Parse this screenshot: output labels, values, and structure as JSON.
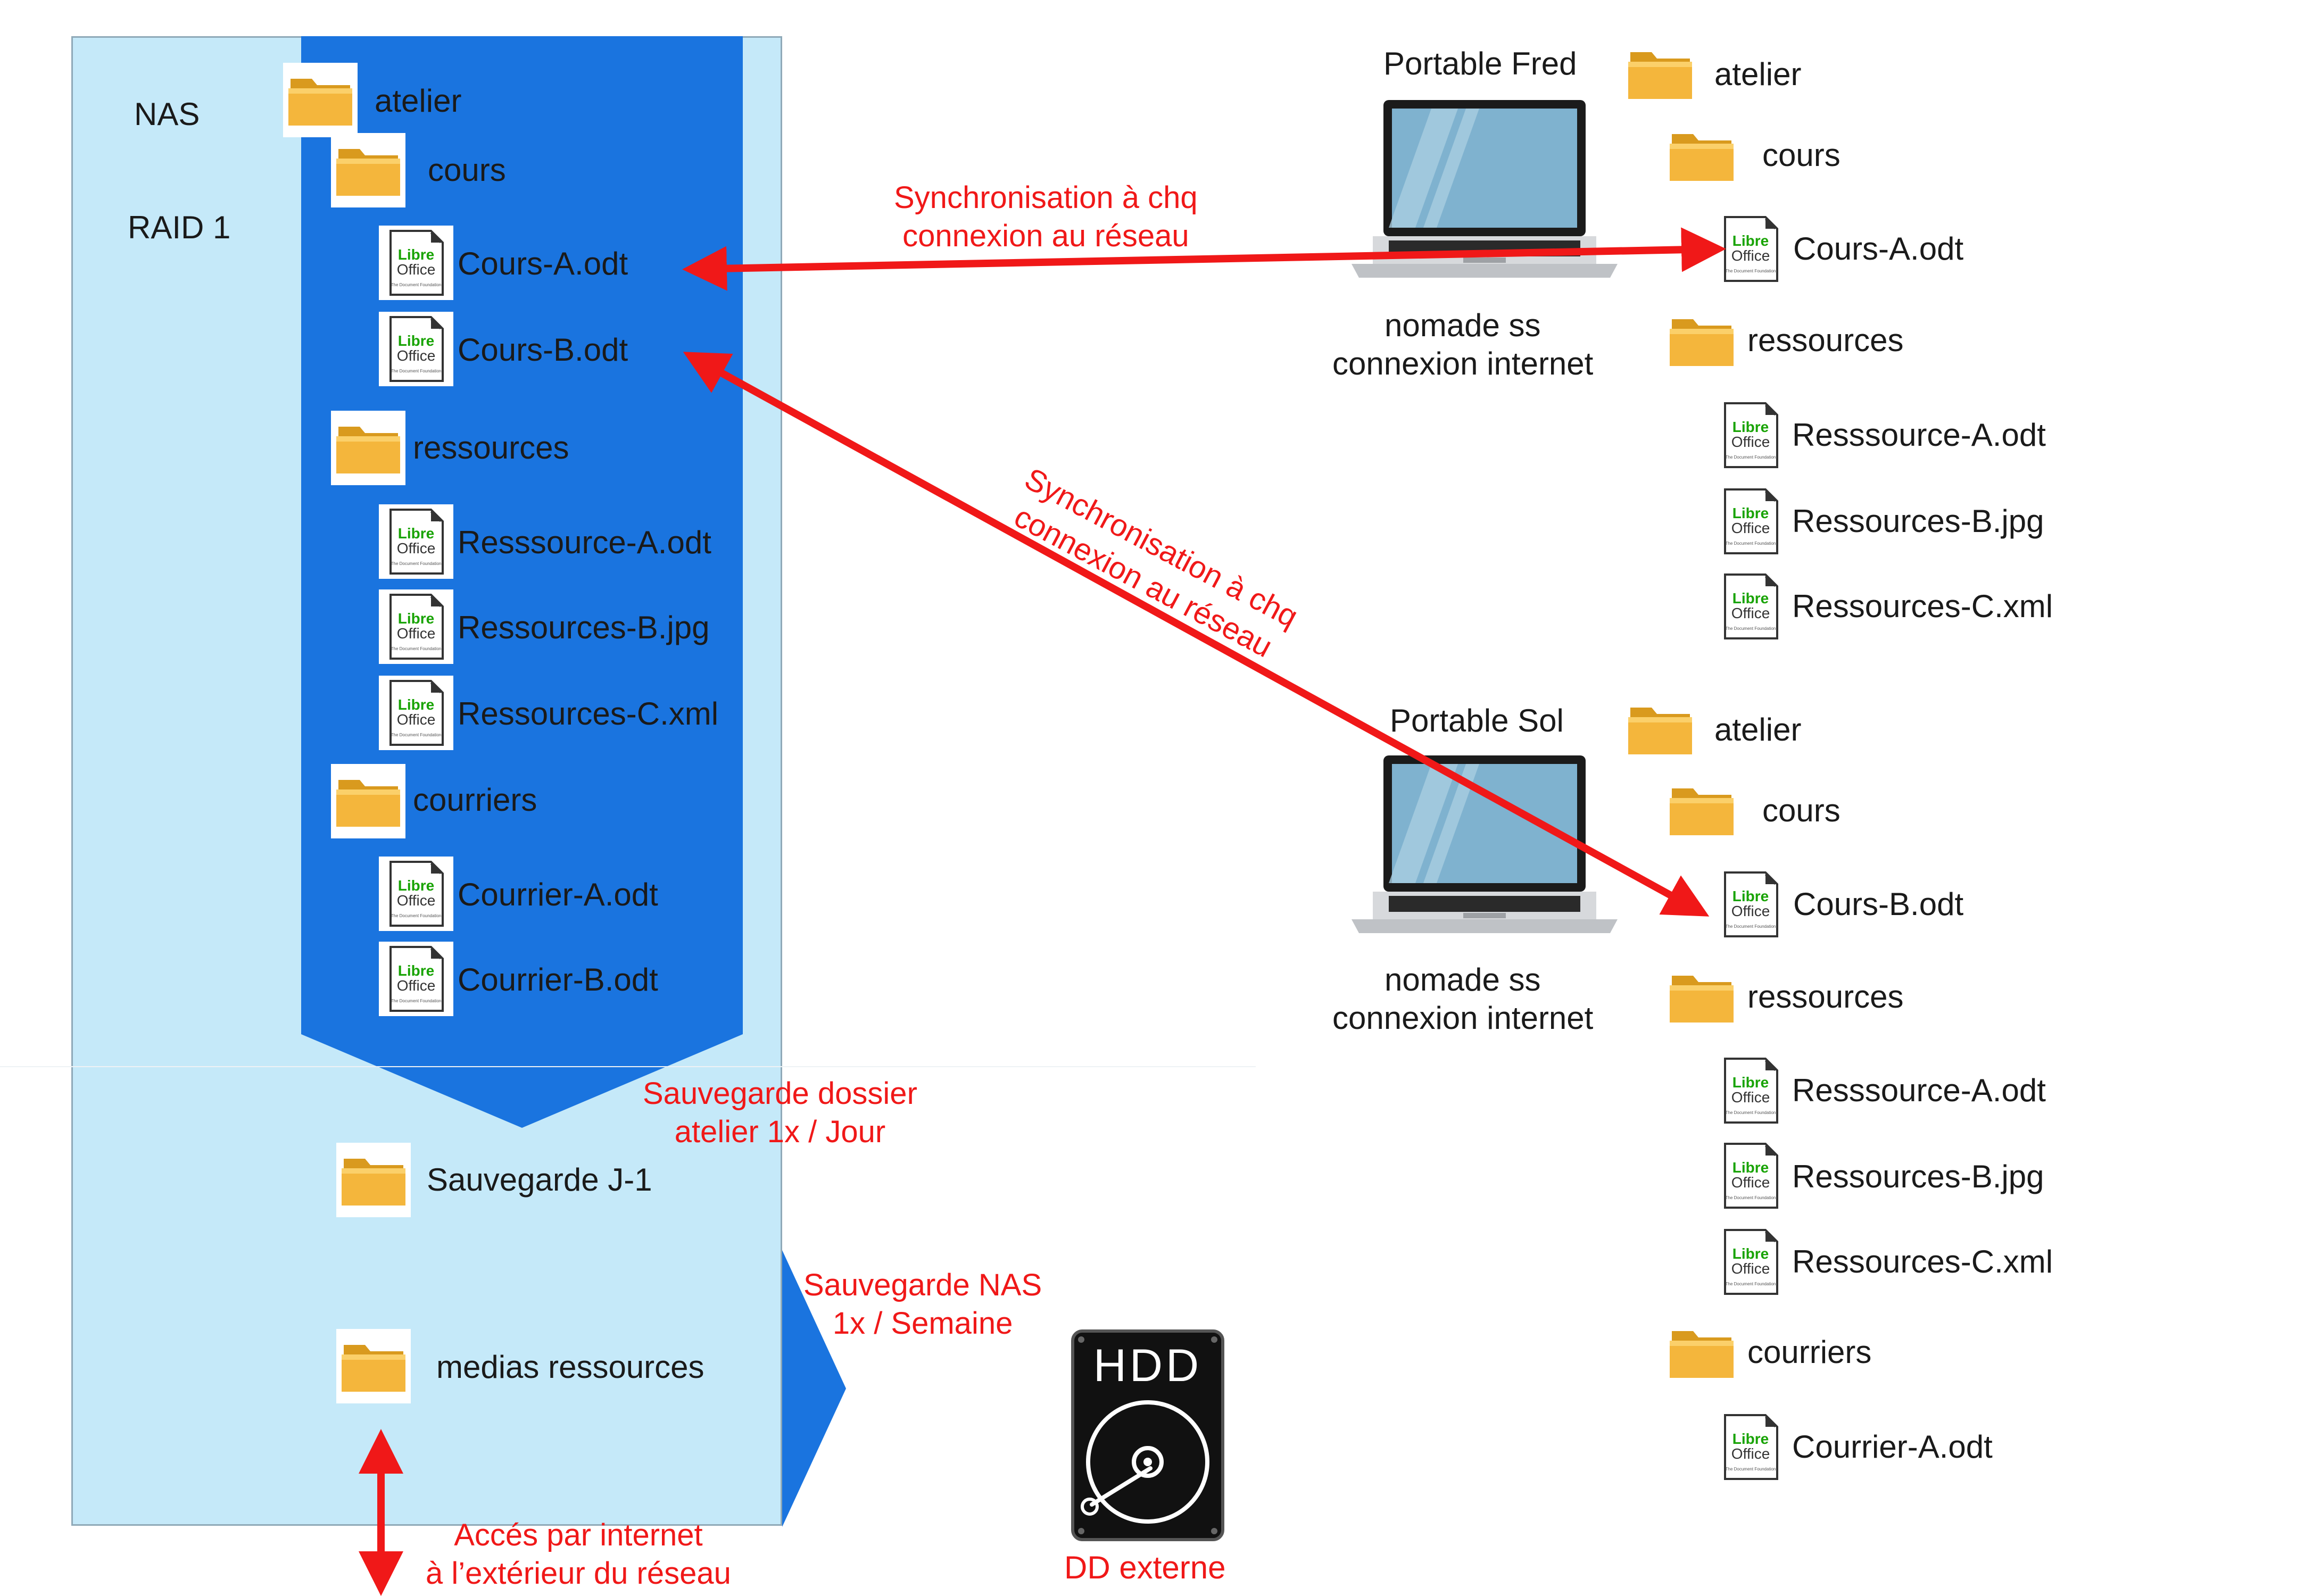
{
  "nas": {
    "label": "NAS",
    "raid": "RAID 1",
    "root": "atelier",
    "folders": [
      {
        "name": "cours",
        "files": [
          "Cours-A.odt",
          "Cours-B.odt"
        ]
      },
      {
        "name": "ressources",
        "files": [
          "Resssource-A.odt",
          "Ressources-B.jpg",
          "Ressources-C.xml"
        ]
      },
      {
        "name": "courriers",
        "files": [
          "Courrier-A.odt",
          "Courrier-B.odt"
        ]
      }
    ],
    "backup_folder": "Sauvegarde J-1",
    "media_folder": "medias ressources"
  },
  "laptops": [
    {
      "title": "Portable Fred",
      "caption_line1": "nomade ss",
      "caption_line2": "connexion internet",
      "root": "atelier",
      "folders": [
        {
          "name": "cours",
          "files": [
            "Cours-A.odt"
          ]
        },
        {
          "name": "ressources",
          "files": [
            "Resssource-A.odt",
            "Ressources-B.jpg",
            "Ressources-C.xml"
          ]
        }
      ]
    },
    {
      "title": "Portable Sol",
      "caption_line1": "nomade ss",
      "caption_line2": "connexion internet",
      "root": "atelier",
      "folders": [
        {
          "name": "cours",
          "files": [
            "Cours-B.odt"
          ]
        },
        {
          "name": "ressources",
          "files": [
            "Resssource-A.odt",
            "Ressources-B.jpg",
            "Ressources-C.xml"
          ]
        },
        {
          "name": "courriers",
          "files": [
            "Courrier-A.odt"
          ]
        }
      ]
    }
  ],
  "annotations": {
    "sync_fred_line1": "Synchronisation à chq",
    "sync_fred_line2": "connexion au réseau",
    "sync_sol_line1": "Synchronisation à chq",
    "sync_sol_line2": "connexion au réseau",
    "daily_backup_line1": "Sauvegarde dossier",
    "daily_backup_line2": "atelier  1x / Jour",
    "weekly_backup_line1": "Sauvegarde NAS",
    "weekly_backup_line2": "1x / Semaine",
    "internet_access_line1": "Accés par internet",
    "internet_access_line2": "à l’extérieur du réseau",
    "external_drive": "DD externe"
  },
  "hdd": {
    "label": "HDD"
  },
  "libreoffice_icon": {
    "line1": "Libre",
    "line2": "Office",
    "footer": "The Document Foundation"
  },
  "colors": {
    "nas_panel": "#c5e9f9",
    "nas_tree": "#1a74df",
    "arrow": "#f01818",
    "folder": "#f0b33a"
  }
}
